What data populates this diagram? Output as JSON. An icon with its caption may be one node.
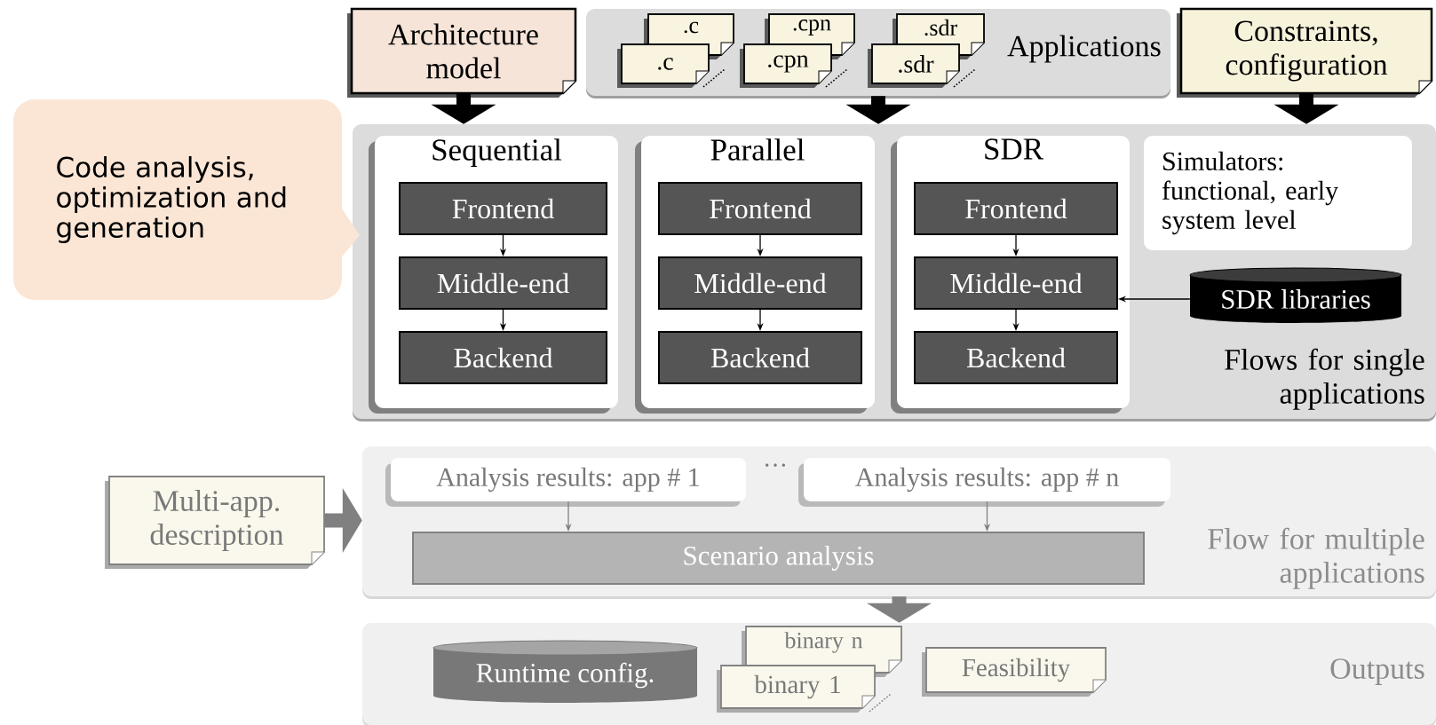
{
  "diagram": {
    "nodes": [
      {
        "text": [
          "Architecture model"
        ]
      },
      {
        "text": [
          "Applications"
        ]
      },
      {
        "text": [
          ".c"
        ],
        "in": 1
      },
      {
        "text": [
          ".c"
        ],
        "in": 1
      },
      {
        "text": [
          ".cpn"
        ],
        "in": 1
      },
      {
        "text": [
          ".cpn"
        ],
        "in": 1
      },
      {
        "text": [
          ".sdr"
        ],
        "in": 1
      },
      {
        "text": [
          ".sdr"
        ],
        "in": 1
      },
      {
        "text": [
          "Constraints, configuration"
        ]
      },
      {
        "text": [
          "Code analysis, optimization and generation"
        ]
      },
      {
        "text": [
          "Flows for single applications"
        ]
      },
      {
        "text": [
          "Sequential"
        ],
        "in": 10
      },
      {
        "text": [
          "Frontend"
        ],
        "in": 11
      },
      {
        "text": [
          "Middle-end"
        ],
        "in": 11
      },
      {
        "text": [
          "Backend"
        ],
        "in": 11
      },
      {
        "text": [
          "Parallel"
        ],
        "in": 10
      },
      {
        "text": [
          "Frontend"
        ],
        "in": 15
      },
      {
        "text": [
          "Middle-end"
        ],
        "in": 15
      },
      {
        "text": [
          "Backend"
        ],
        "in": 15
      },
      {
        "text": [
          "SDR"
        ],
        "in": 10
      },
      {
        "text": [
          "Frontend"
        ],
        "in": 19
      },
      {
        "text": [
          "Middle-end"
        ],
        "in": 19
      },
      {
        "text": [
          "Backend"
        ],
        "in": 19
      },
      {
        "text": [
          "Simulators: functional, early system level"
        ],
        "in": 10
      },
      {
        "text": [
          "SDR libraries"
        ],
        "in": 10
      },
      {
        "text": [
          "Multi-app. description"
        ]
      },
      {
        "text": [
          "Flow for multiple applications"
        ]
      },
      {
        "text": [
          "Analysis results: app # 1"
        ],
        "in": 26
      },
      {
        "text": [
          "Analysis results: app # n"
        ],
        "in": 26
      },
      {
        "text": [
          "Scenario analysis"
        ],
        "in": 26
      },
      {
        "text": [
          "Outputs"
        ]
      },
      {
        "text": [
          "Runtime config."
        ],
        "in": 30
      },
      {
        "text": [
          "binary n"
        ],
        "in": 30
      },
      {
        "text": [
          "binary 1"
        ],
        "in": 30
      },
      {
        "text": [
          "Feasibility"
        ],
        "in": 30
      }
    ],
    "edges": [
      {
        "from": 0,
        "to": 10,
        "arrow": "to",
        "style": "thick"
      },
      {
        "from": 1,
        "to": 10,
        "arrow": "to",
        "style": "thick"
      },
      {
        "from": 8,
        "to": 10,
        "arrow": "to",
        "style": "thick"
      },
      {
        "from": 12,
        "to": 13,
        "arrow": "to"
      },
      {
        "from": 13,
        "to": 14,
        "arrow": "to"
      },
      {
        "from": 16,
        "to": 17,
        "arrow": "to"
      },
      {
        "from": 17,
        "to": 18,
        "arrow": "to"
      },
      {
        "from": 20,
        "to": 21,
        "arrow": "to"
      },
      {
        "from": 21,
        "to": 22,
        "arrow": "to"
      },
      {
        "from": 24,
        "to": 21,
        "arrow": "to"
      },
      {
        "from": 27,
        "to": 29,
        "arrow": "to",
        "color": "#808080"
      },
      {
        "from": 28,
        "to": 29,
        "arrow": "to",
        "color": "#808080"
      },
      {
        "from": 25,
        "to": 26,
        "arrow": "to",
        "style": "thick",
        "color": "#808080"
      },
      {
        "from": 26,
        "to": 30,
        "arrow": "to",
        "style": "thick",
        "color": "#808080"
      }
    ],
    "labels": [
      "···"
    ]
  }
}
